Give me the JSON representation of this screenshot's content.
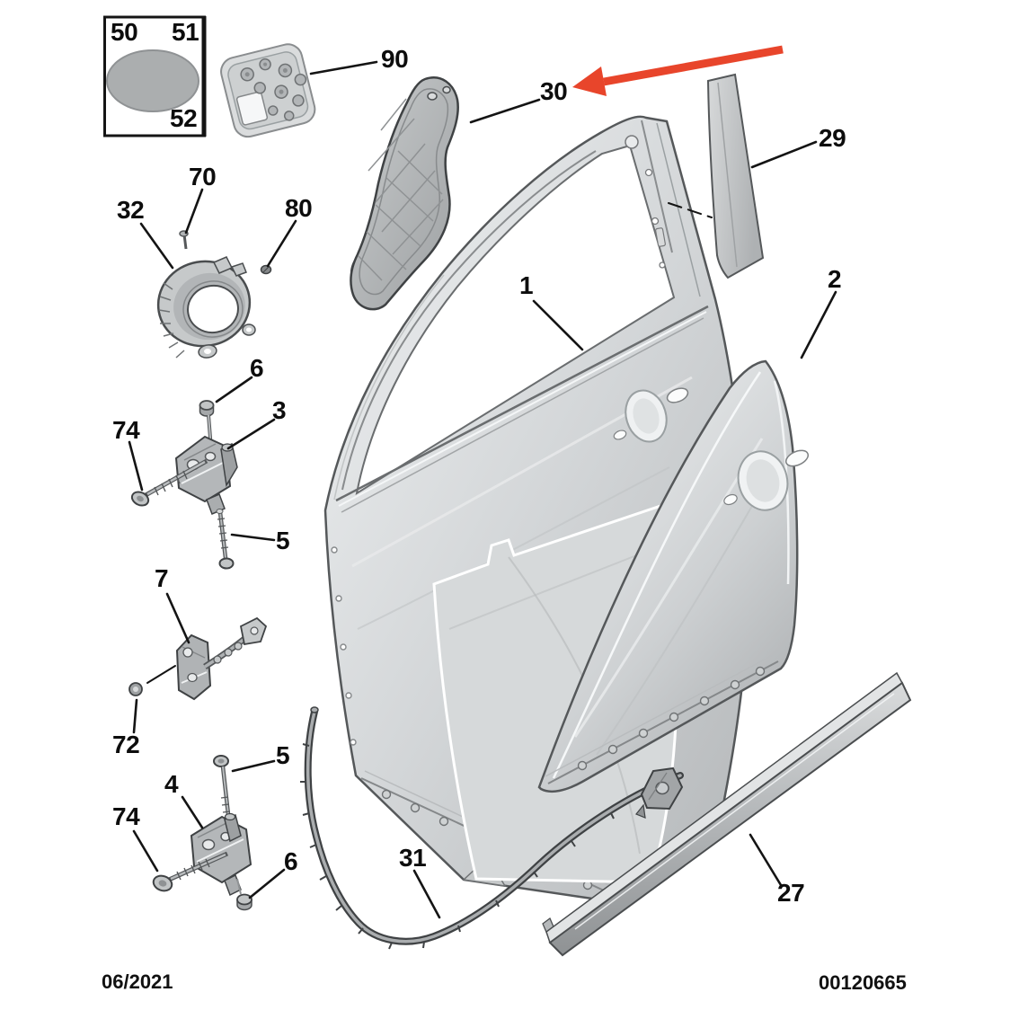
{
  "diagram": {
    "kind": "exploded-parts-diagram",
    "arrow": {
      "color": "#e8452b",
      "target_label": "30"
    },
    "footer": {
      "date": "06/2021",
      "code": "00120665"
    },
    "legend_box": {
      "labels": [
        "50",
        "51",
        "52"
      ]
    },
    "callouts": [
      {
        "id": "50",
        "label": "50"
      },
      {
        "id": "51",
        "label": "51"
      },
      {
        "id": "52",
        "label": "52"
      },
      {
        "id": "90",
        "label": "90"
      },
      {
        "id": "30",
        "label": "30"
      },
      {
        "id": "29",
        "label": "29"
      },
      {
        "id": "1",
        "label": "1"
      },
      {
        "id": "2",
        "label": "2"
      },
      {
        "id": "32",
        "label": "32"
      },
      {
        "id": "70",
        "label": "70"
      },
      {
        "id": "80",
        "label": "80"
      },
      {
        "id": "6-upper",
        "label": "6"
      },
      {
        "id": "3",
        "label": "3"
      },
      {
        "id": "74-upper",
        "label": "74"
      },
      {
        "id": "5-upper",
        "label": "5"
      },
      {
        "id": "7",
        "label": "7"
      },
      {
        "id": "72",
        "label": "72"
      },
      {
        "id": "5-lower",
        "label": "5"
      },
      {
        "id": "4",
        "label": "4"
      },
      {
        "id": "74-lower",
        "label": "74"
      },
      {
        "id": "6-lower",
        "label": "6"
      },
      {
        "id": "31",
        "label": "31"
      },
      {
        "id": "27",
        "label": "27"
      }
    ]
  }
}
